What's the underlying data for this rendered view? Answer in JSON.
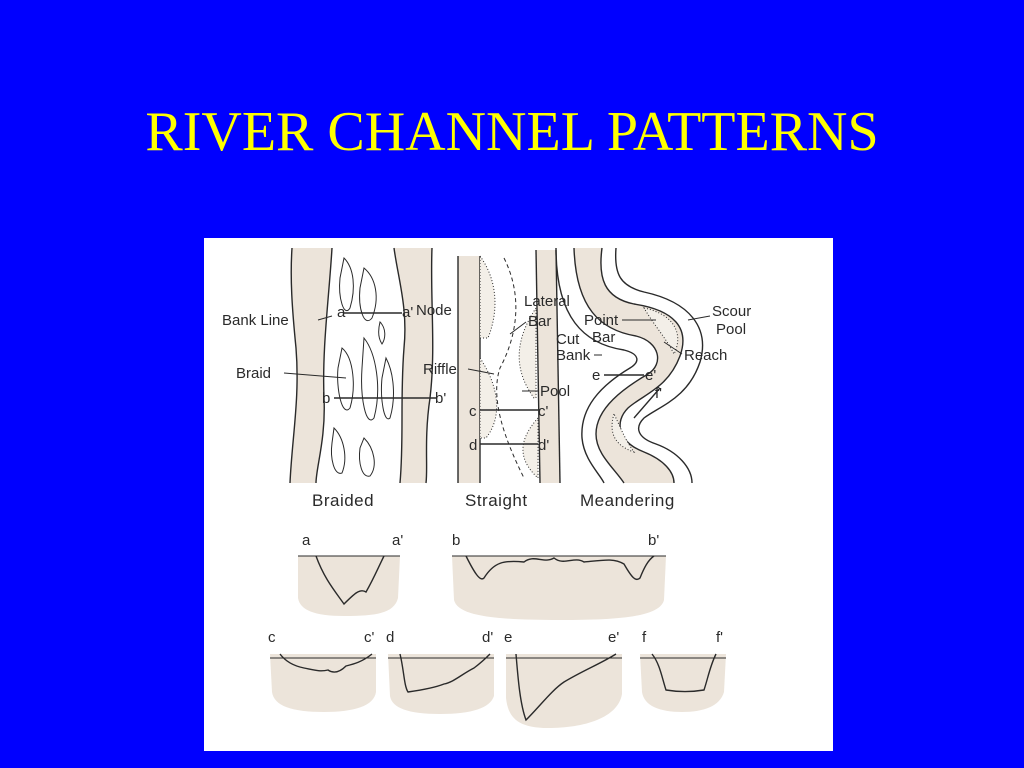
{
  "slide": {
    "title": "RIVER CHANNEL PATTERNS"
  },
  "figure": {
    "patterns": [
      "Braided",
      "Straight",
      "Meandering"
    ],
    "labels": {
      "bank_line": "Bank Line",
      "node": "Node",
      "braid": "Braid",
      "lateral": "Lateral",
      "bar": "Bar",
      "riffle": "Riffle",
      "pool": "Pool",
      "point": "Point",
      "cut": "Cut",
      "bank": "Bank",
      "point_bar": "Bar",
      "scour": "Scour",
      "scour_pool": "Pool",
      "reach": "Reach"
    },
    "section_markers": {
      "a": "a",
      "a_prime": "a'",
      "b": "b",
      "b_prime": "b'",
      "c": "c",
      "c_prime": "c'",
      "d": "d",
      "d_prime": "d'",
      "e": "e",
      "e_prime": "e'",
      "f": "f",
      "f_prime": "f'"
    }
  }
}
